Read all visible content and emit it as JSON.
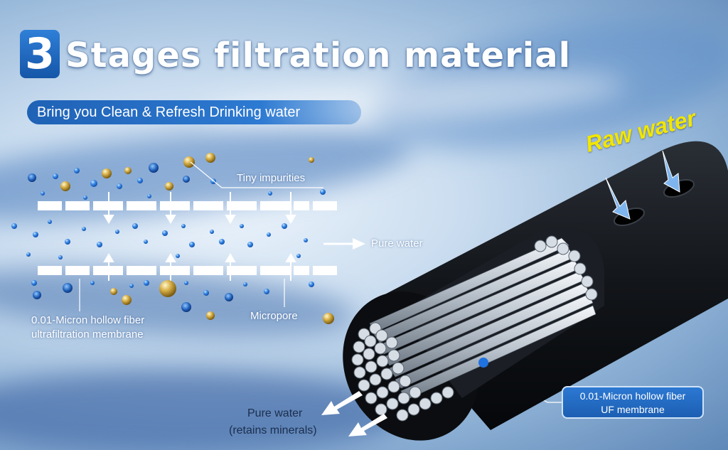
{
  "title": {
    "number": "3",
    "text": "Stages filtration material"
  },
  "subtitle": "Bring you Clean & Refresh Drinking water",
  "labels": {
    "tiny_impurities": "Tiny impurities",
    "pure_water_right": "Pure water",
    "micropore": "Micropore",
    "membrane_line1": "0.01-Micron hollow fiber",
    "membrane_line2": "ultrafiltration membrane",
    "raw_water": "Raw water",
    "pure_water_bottom_line1": "Pure water",
    "pure_water_bottom_line2": "(retains minerals)",
    "callout_line1": "0.01-Micron hollow fiber",
    "callout_line2": "UF membrane"
  },
  "colors": {
    "title_badge": "#1f66c2",
    "raw_water_text": "#f2e600",
    "callout_bg": "#2467bd",
    "pipe": "#111418"
  }
}
